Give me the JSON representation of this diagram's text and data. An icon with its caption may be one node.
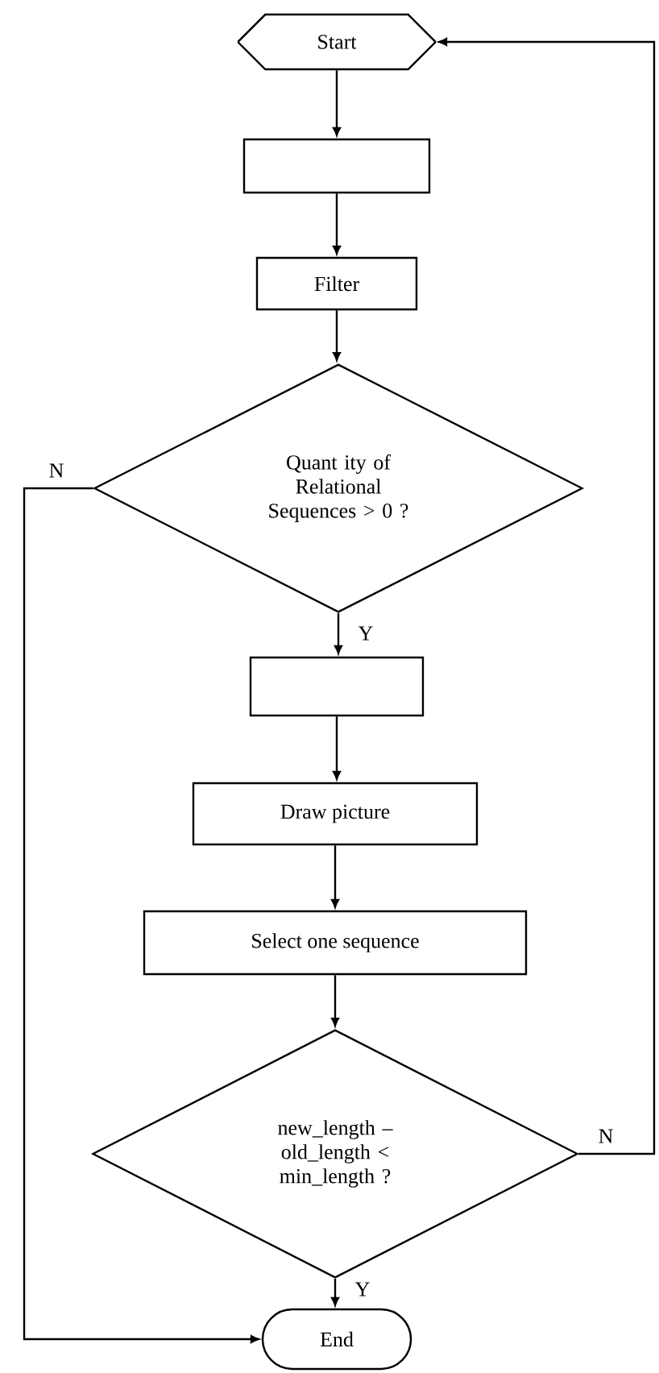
{
  "diagram": {
    "nodes": [
      {
        "text": [
          "Start"
        ]
      },
      {
        "text": [],
        "shape": "box"
      },
      {
        "text": [
          "Filter"
        ]
      },
      {
        "text": [
          "Quant ity of Relational Sequences > 0 ?"
        ]
      },
      {
        "text": [],
        "shape": "box"
      },
      {
        "text": [
          "Draw picture"
        ]
      },
      {
        "text": [
          "Select one sequence"
        ]
      },
      {
        "text": [
          "new_length – old_length < min_length ?"
        ]
      },
      {
        "text": [
          "End"
        ]
      }
    ],
    "edges": [
      {
        "from": 0,
        "to": 1,
        "arrow": "to"
      },
      {
        "from": 1,
        "to": 2,
        "arrow": "to"
      },
      {
        "from": 2,
        "to": 3,
        "arrow": "to"
      },
      {
        "from": 3,
        "to": 4,
        "arrow": "to",
        "label": "Y"
      },
      {
        "from": 4,
        "to": 5,
        "arrow": "to"
      },
      {
        "from": 5,
        "to": 6,
        "arrow": "to"
      },
      {
        "from": 6,
        "to": 7,
        "arrow": "to"
      },
      {
        "from": 7,
        "to": 8,
        "arrow": "to",
        "label": "Y"
      },
      {
        "from": 7,
        "to": 0,
        "arrow": "to",
        "label": "N"
      },
      {
        "from": 3,
        "to": 8,
        "arrow": "to",
        "label": "N"
      }
    ]
  }
}
